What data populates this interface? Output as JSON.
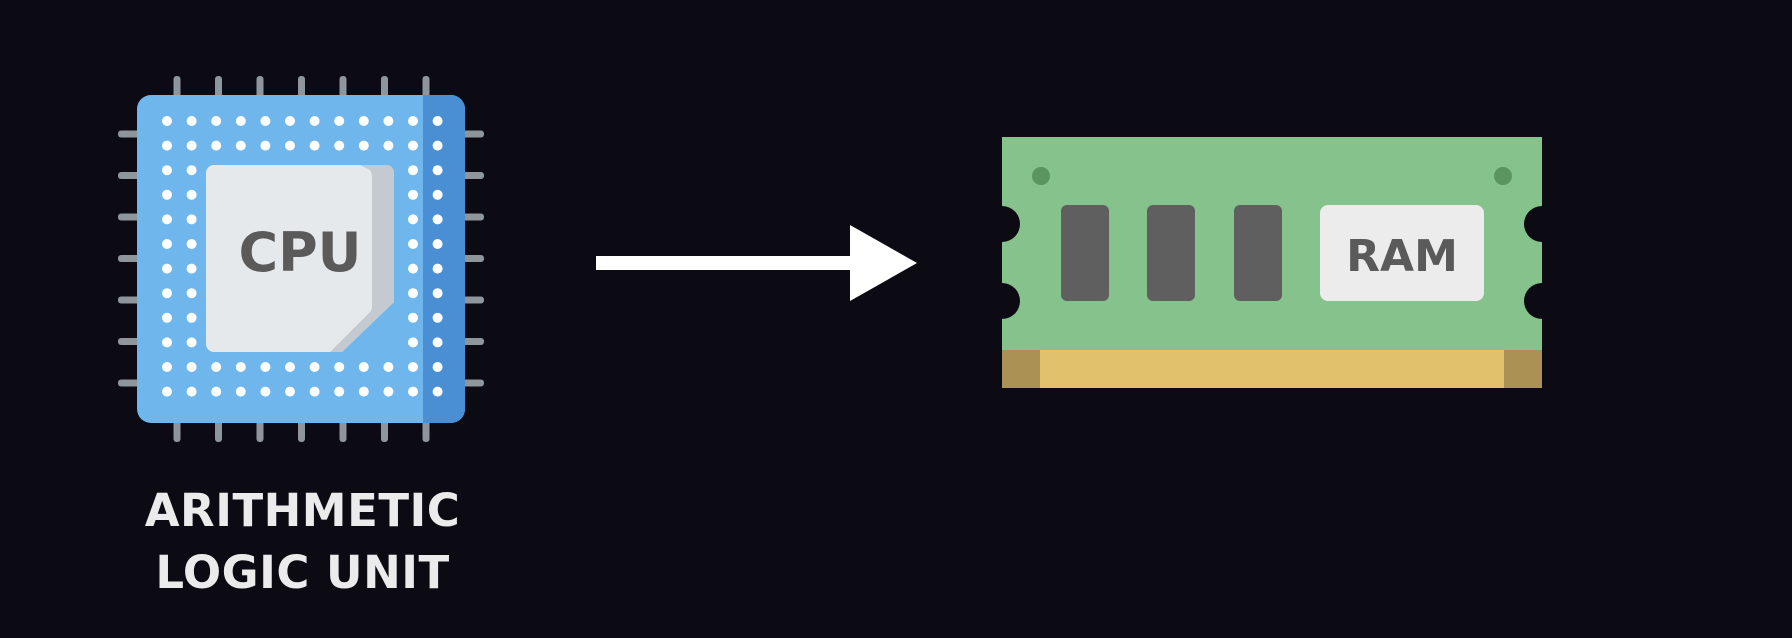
{
  "cpu": {
    "chip_label": "CPU",
    "caption_line1": "ARITHMETIC",
    "caption_line2": "LOGIC UNIT",
    "colors": {
      "body": "#6fb6ec",
      "body_dark": "#4a8fd4",
      "pins": "#8e969c",
      "dots": "#ffffff",
      "core": "#e6e9ec",
      "core_fold": "#c4cad0",
      "label": "#5a5a5a"
    }
  },
  "arrow": {
    "color": "#ffffff"
  },
  "ram": {
    "chip_label": "RAM",
    "colors": {
      "board": "#86c28c",
      "chips": "#5f5f5f",
      "label_bg": "#ececec",
      "label": "#5a5a5a",
      "contacts": "#e1c16c",
      "contacts_edge": "#ac9155",
      "holes": "#5a9560"
    }
  },
  "background": "#0c0b14"
}
